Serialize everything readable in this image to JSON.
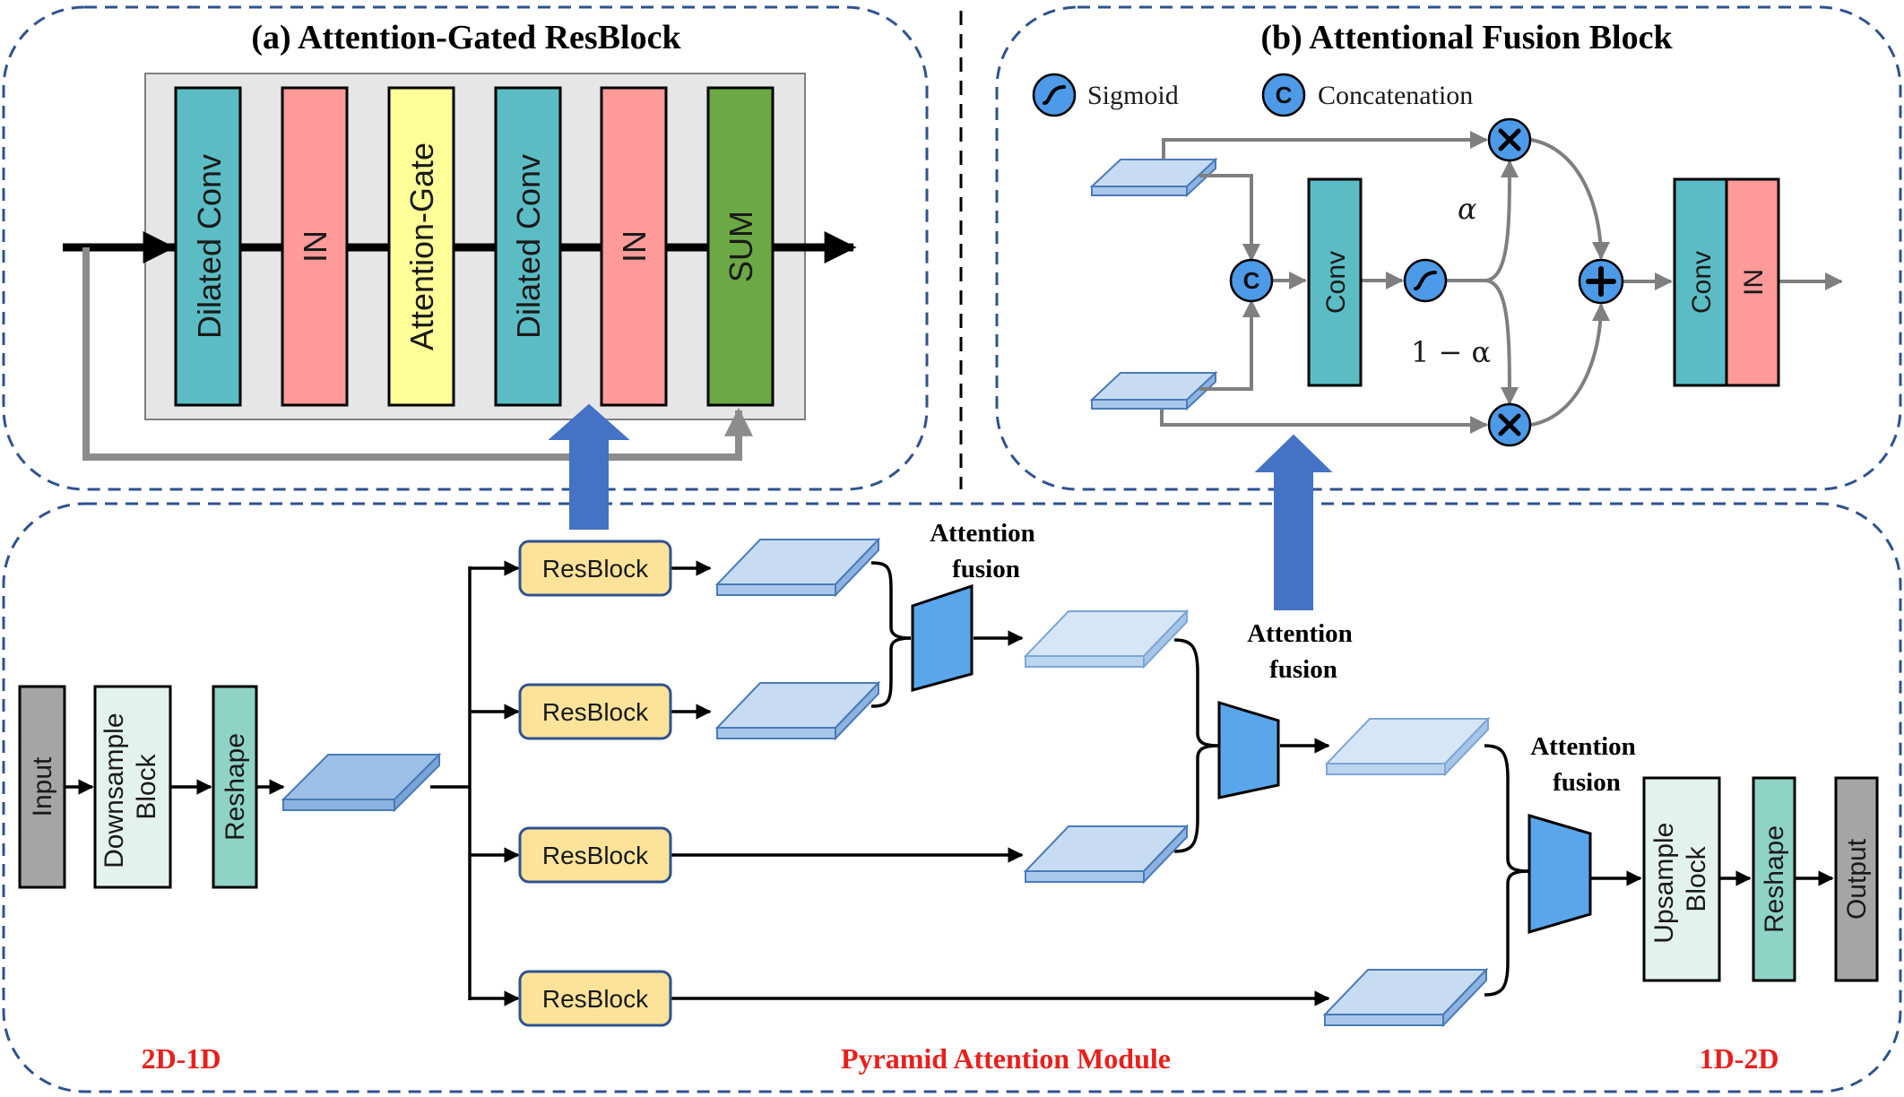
{
  "panel_a": {
    "title": "(a) Attention-Gated ResBlock",
    "blocks": [
      "Dilated Conv",
      "IN",
      "Attention-Gate",
      "Dilated Conv",
      "IN",
      "SUM"
    ]
  },
  "panel_b": {
    "title": "(b) Attentional Fusion Block",
    "legend_sigmoid": "Sigmoid",
    "legend_concat": "Concatenation",
    "concat_symbol": "C",
    "conv_label": "Conv",
    "alpha_label": "α",
    "one_minus_alpha_label": "1 − α",
    "output_conv_label": "Conv",
    "output_in_label": "IN"
  },
  "pyramid": {
    "blocks": {
      "input": "Input",
      "downsample": "Downsample Block",
      "reshape_in": "Reshape",
      "resblocks": [
        "ResBlock",
        "ResBlock",
        "ResBlock",
        "ResBlock"
      ],
      "upsample": "Upsample Block",
      "reshape_out": "Reshape",
      "output": "Output"
    },
    "fusion_labels": [
      {
        "line1": "Attention",
        "line2": "fusion"
      },
      {
        "line1": "Attention",
        "line2": "fusion"
      },
      {
        "line1": "Attention",
        "line2": "fusion"
      }
    ],
    "section_labels": {
      "left": "2D-1D",
      "center": "Pyramid Attention Module",
      "right": "1D-2D"
    }
  },
  "colors": {
    "dilated_conv": "#5bbcc4",
    "instance_norm": "#fe9a9a",
    "attention_gate": "#ffff99",
    "sum": "#6ca845",
    "resblock": "#fde39a",
    "feature_map": "#c7dcf2",
    "fusion_trapezoid": "#5aa6ea",
    "big_arrow": "#4472c4",
    "section_label": "#e8201c",
    "dashed_border": "#2f528f"
  }
}
